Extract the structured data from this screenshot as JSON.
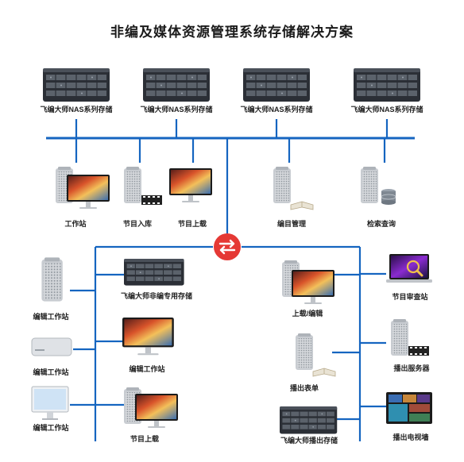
{
  "title": "非编及媒体资源管理系统存储解决方案",
  "colors": {
    "line": "#1565c0",
    "hub": "#e53935",
    "rack": "#2b2f36",
    "tower": "#c8ccd1"
  },
  "top_storage": [
    "飞编大师NAS系列存储",
    "飞编大师NAS系列存储",
    "飞编大师NAS系列存储",
    "飞编大师NAS系列存储"
  ],
  "top_nodes": {
    "workstation": "工作站",
    "ingest": "节目入库",
    "upload": "节目上载",
    "edit_mgmt": "编目管理",
    "search": "检索查询"
  },
  "hub_icon": "exchange-arrows-icon",
  "left_nodes": {
    "edit_ws_1": "编辑工作站",
    "edit_ws_2": "编辑工作站",
    "edit_ws_3": "编辑工作站"
  },
  "center_left_nodes": {
    "nle_storage": "飞编大师非编专用存储",
    "edit_ws": "编辑工作站",
    "program_upload": "节目上载"
  },
  "center_right_nodes": {
    "upload_edit": "上载/编辑",
    "playlist": "播出表单",
    "playout_storage": "飞编大师播出存储"
  },
  "right_nodes": {
    "review": "节目审查站",
    "playout_server": "播出服务器",
    "playout_tv": "播出电视墙"
  }
}
